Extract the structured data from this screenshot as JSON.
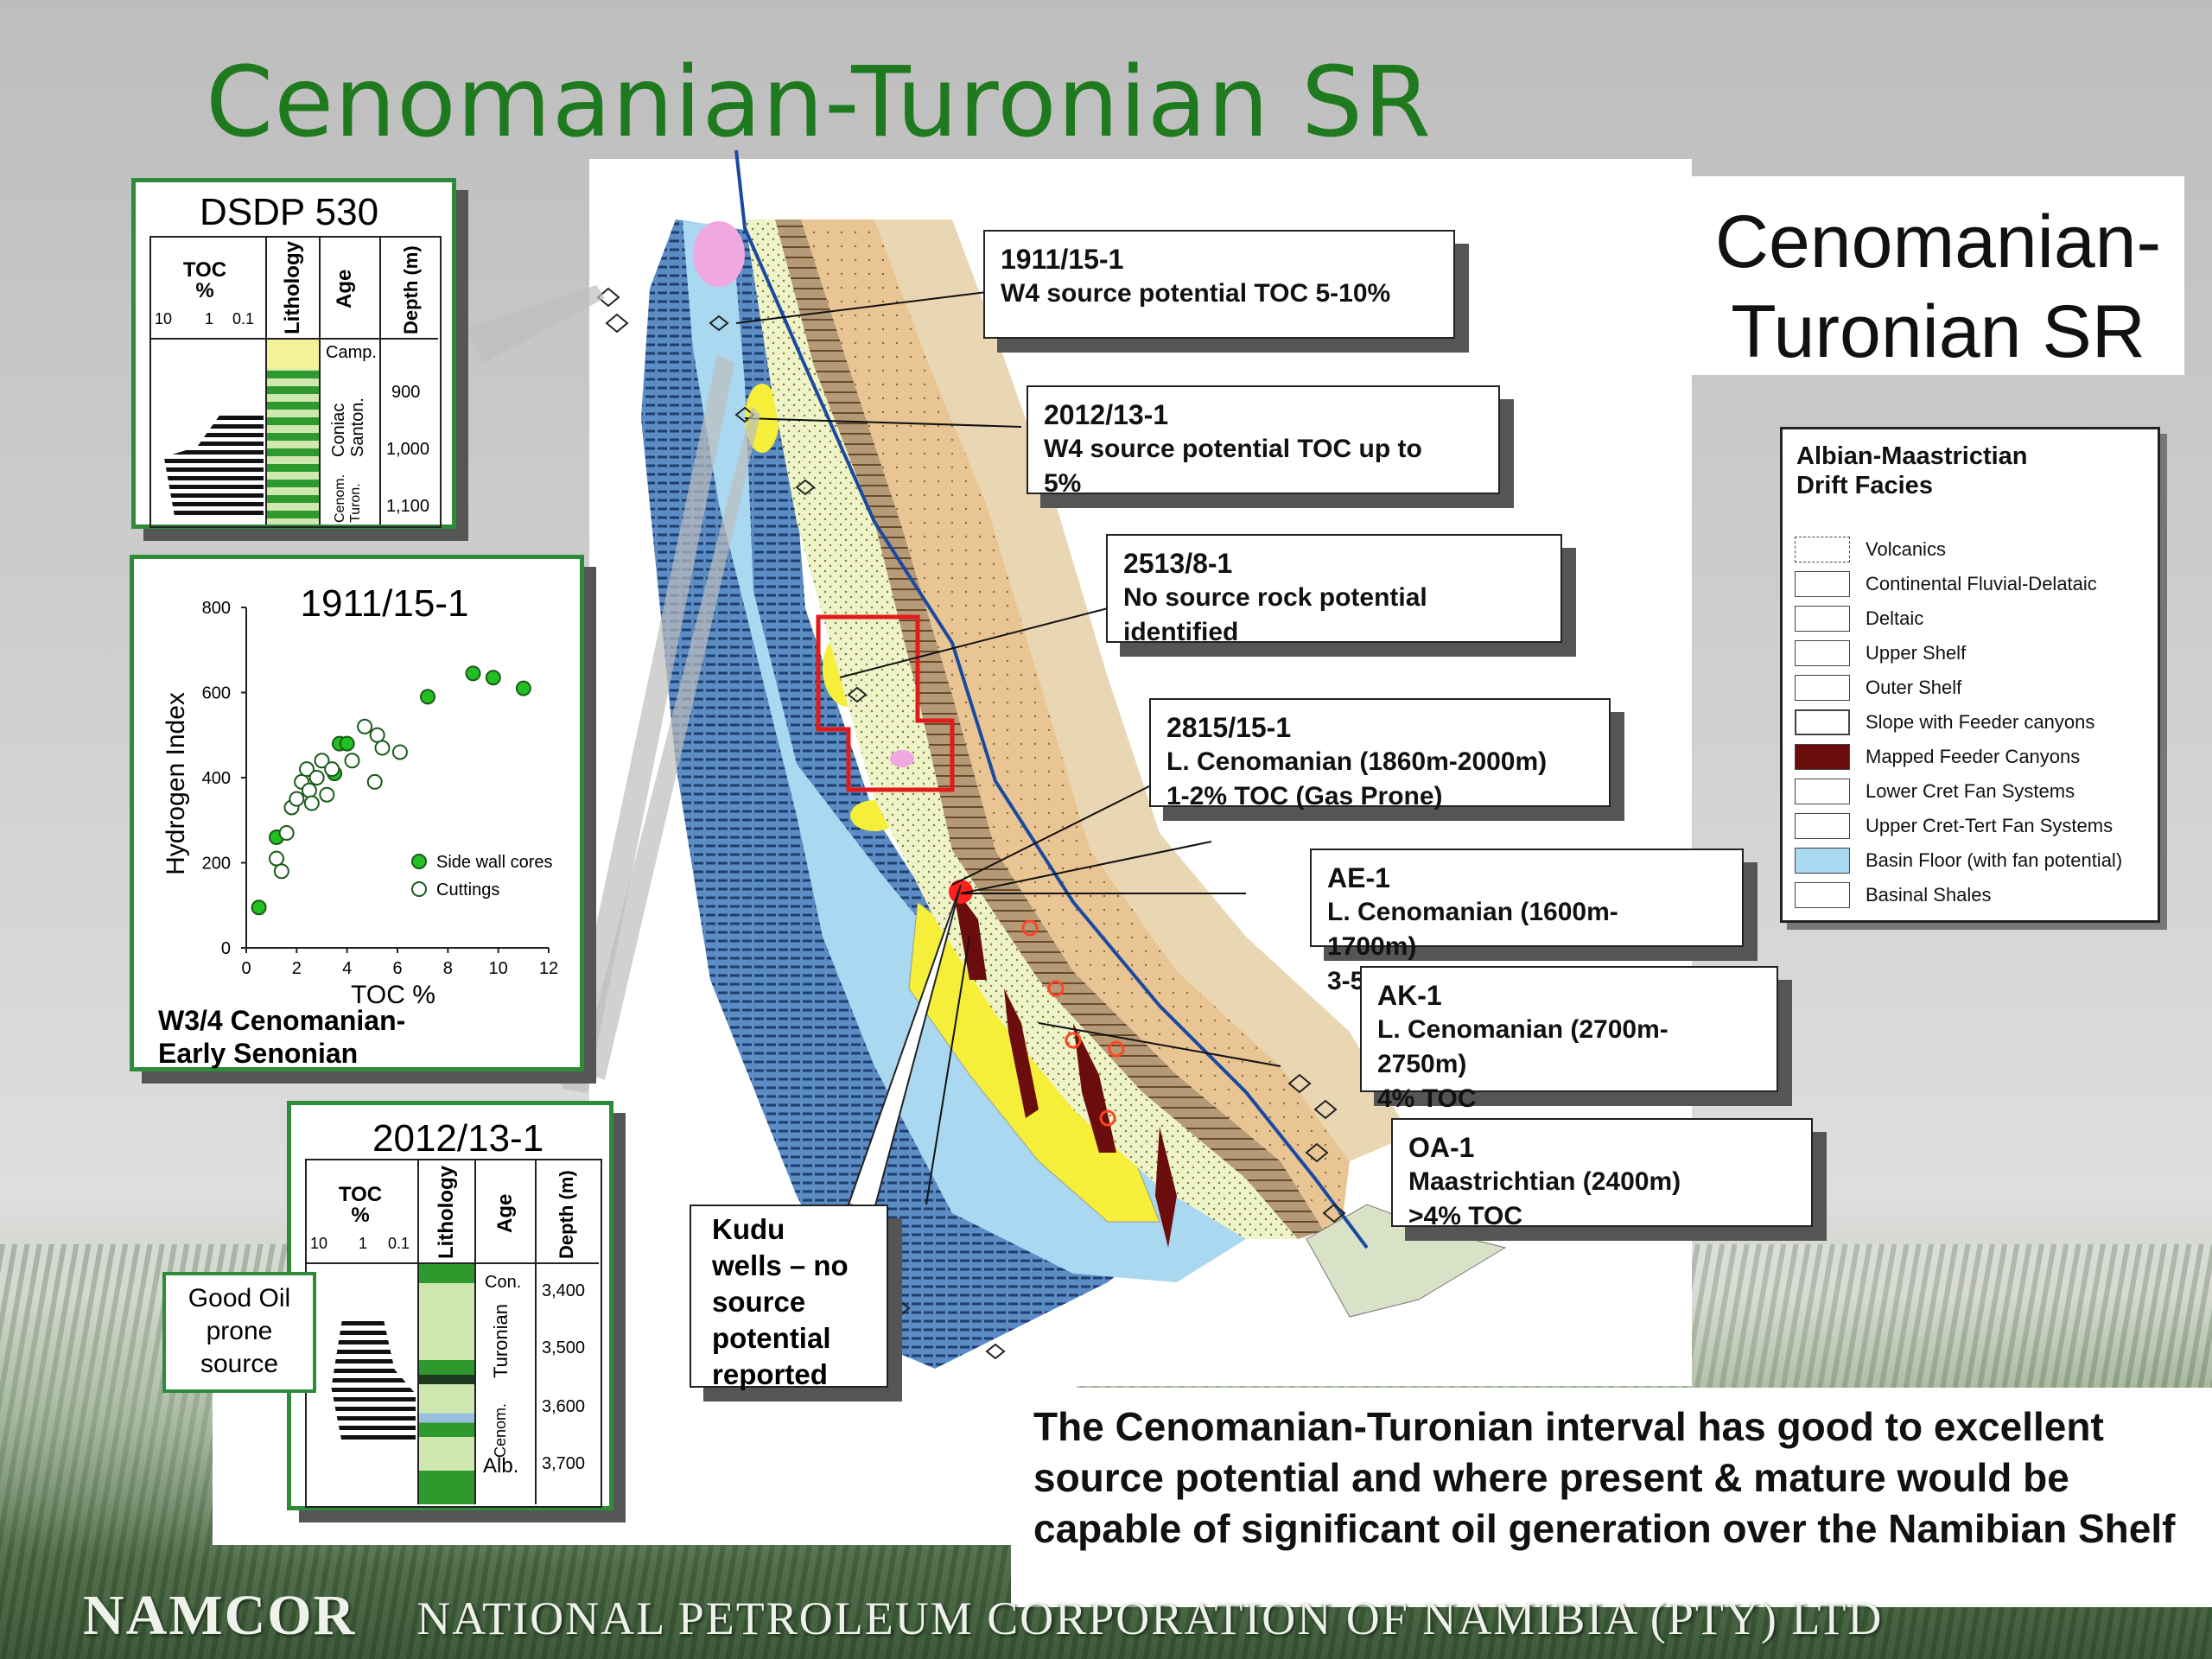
{
  "slide": {
    "title": "Cenomanian-Turonian SR",
    "footer_brand": "NAMCOR",
    "footer_corp": "NATIONAL PETROLEUM CORPORATION OF NAMIBIA (PTY) LTD"
  },
  "map_title": "Cenomanian-Turonian SR",
  "map_title_lines": [
    "Cenomanian-",
    "Turonian SR"
  ],
  "log_dsdp": {
    "title": "DSDP 530",
    "col_toc": "TOC %",
    "toc_ticks": [
      "10",
      "1",
      "0.1"
    ],
    "col_lithology": "Lithology",
    "col_age": "Age",
    "col_depth": "Depth (m)",
    "ages": [
      "Camp.",
      "Coniac Santon.",
      "Cenom. Turon."
    ],
    "depths": [
      "900",
      "1,000",
      "1,100"
    ]
  },
  "log_2012": {
    "title": "2012/13-1",
    "col_toc": "TOC %",
    "toc_ticks": [
      "10",
      "1",
      "0.1"
    ],
    "col_lithology": "Lithology",
    "col_age": "Age",
    "col_depth": "Depth (m)",
    "ages": [
      "Con.",
      "Turonian",
      "Cenom.",
      "Alb."
    ],
    "depths": [
      "3,400",
      "3,500",
      "3,600",
      "3,700"
    ]
  },
  "good_oil_note": "Good Oil prone source",
  "chart_data": {
    "type": "scatter",
    "title": "1911/15-1",
    "xlabel": "TOC %",
    "ylabel": "Hydrogen Index",
    "xlim": [
      0,
      12
    ],
    "ylim": [
      0,
      800
    ],
    "x_ticks": [
      0,
      2,
      4,
      6,
      8,
      10,
      12
    ],
    "y_ticks": [
      0,
      200,
      400,
      600,
      800
    ],
    "caption": "W3/4 Cenomanian-Early Senonian",
    "series": [
      {
        "name": "Side wall cores",
        "color": "#22c022",
        "points": [
          [
            0.5,
            95
          ],
          [
            1.2,
            260
          ],
          [
            3.5,
            410
          ],
          [
            3.7,
            480
          ],
          [
            4.0,
            480
          ],
          [
            7.2,
            590
          ],
          [
            9.0,
            645
          ],
          [
            9.8,
            635
          ],
          [
            11.0,
            610
          ]
        ]
      },
      {
        "name": "Cuttings",
        "color": "#ffffff",
        "points": [
          [
            1.2,
            210
          ],
          [
            1.4,
            180
          ],
          [
            1.6,
            270
          ],
          [
            1.8,
            330
          ],
          [
            2.0,
            350
          ],
          [
            2.2,
            390
          ],
          [
            2.4,
            420
          ],
          [
            2.5,
            370
          ],
          [
            2.6,
            340
          ],
          [
            2.8,
            400
          ],
          [
            3.0,
            440
          ],
          [
            3.2,
            360
          ],
          [
            3.4,
            420
          ],
          [
            4.2,
            440
          ],
          [
            4.7,
            520
          ],
          [
            5.2,
            500
          ],
          [
            5.4,
            470
          ],
          [
            6.1,
            460
          ],
          [
            5.1,
            390
          ]
        ]
      }
    ]
  },
  "callouts": [
    {
      "head": "1911/15-1",
      "lines": [
        "W4 source potential TOC 5-10%"
      ]
    },
    {
      "head": "2012/13-1",
      "lines": [
        "W4 source potential TOC up to",
        "5%"
      ]
    },
    {
      "head": "2513/8-1",
      "lines": [
        "No source rock potential",
        "identified"
      ]
    },
    {
      "head": "2815/15-1",
      "lines": [
        "L. Cenomanian (1860m-2000m)",
        "1-2% TOC (Gas Prone)"
      ]
    },
    {
      "head": "AE-1",
      "lines": [
        "L. Cenomanian (1600m-",
        "1700m)",
        "3-5"
      ]
    },
    {
      "head": "AK-1",
      "lines": [
        "L. Cenomanian (2700m-",
        "2750m)",
        "4% TOC"
      ]
    },
    {
      "head": "OA-1",
      "lines": [
        "Maastrichtian (2400m)",
        ">4% TOC"
      ]
    }
  ],
  "kudu_note": [
    "Kudu",
    "wells – no",
    "source",
    "potential",
    "reported"
  ],
  "legend": {
    "title": [
      "Albian-Maastrictian",
      "Drift Facies"
    ],
    "items": [
      {
        "label": "Volcanics",
        "color": "#ffffff"
      },
      {
        "label": "Continental Fluvial-Delataic",
        "color": "#ffffff"
      },
      {
        "label": "Deltaic",
        "color": "#ffffff"
      },
      {
        "label": "Upper Shelf",
        "color": "#ffffff"
      },
      {
        "label": "Outer Shelf",
        "color": "#ffffff"
      },
      {
        "label": "Slope with Feeder canyons",
        "color": "#ffffff"
      },
      {
        "label": "Mapped Feeder Canyons",
        "color": "#6b0d0d"
      },
      {
        "label": "Lower Cret Fan Systems",
        "color": "#ffffff"
      },
      {
        "label": "Upper Cret-Tert Fan Systems",
        "color": "#ffffff"
      },
      {
        "label": "Basin Floor (with fan potential)",
        "color": "#a9d8f0"
      },
      {
        "label": "Basinal Shales",
        "color": "#ffffff"
      }
    ]
  },
  "summary": "The Cenomanian-Turonian interval has good to excellent source potential and where present & mature would be capable of significant oil generation over the Namibian Shelf"
}
